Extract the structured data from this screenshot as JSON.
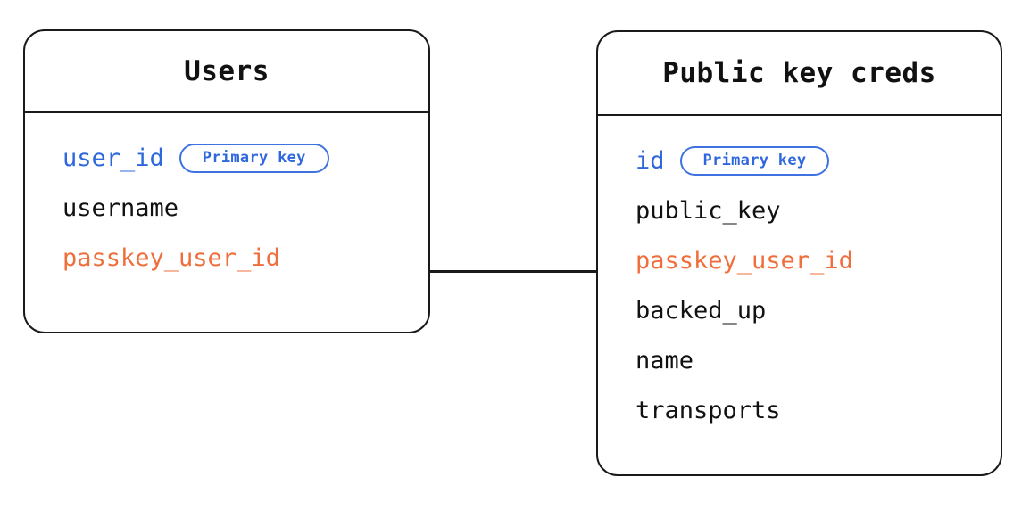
{
  "diagram": {
    "type": "entity-relationship-diagram",
    "background_color": "#ffffff",
    "colors": {
      "border": "#1a1a1a",
      "text": "#111111",
      "primary_key": "#2f68dd",
      "foreign_key": "#ef6f3c",
      "badge_border": "#3f72e0"
    }
  },
  "entities": [
    {
      "id": "users",
      "title": "Users",
      "fields": [
        {
          "name": "user_id",
          "role": "pk",
          "badge": "Primary key"
        },
        {
          "name": "username",
          "role": "plain",
          "badge": null
        },
        {
          "name": "passkey_user_id",
          "role": "fk",
          "badge": null
        }
      ]
    },
    {
      "id": "public-key-creds",
      "title": "Public key creds",
      "fields": [
        {
          "name": "id",
          "role": "pk",
          "badge": "Primary key"
        },
        {
          "name": "public_key",
          "role": "plain",
          "badge": null
        },
        {
          "name": "passkey_user_id",
          "role": "fk",
          "badge": null
        },
        {
          "name": "backed_up",
          "role": "plain",
          "badge": null
        },
        {
          "name": "name",
          "role": "plain",
          "badge": null
        },
        {
          "name": "transports",
          "role": "plain",
          "badge": null
        }
      ]
    }
  ],
  "relationships": [
    {
      "from": "users.passkey_user_id",
      "to": "public-key-creds.passkey_user_id",
      "label": ""
    }
  ]
}
